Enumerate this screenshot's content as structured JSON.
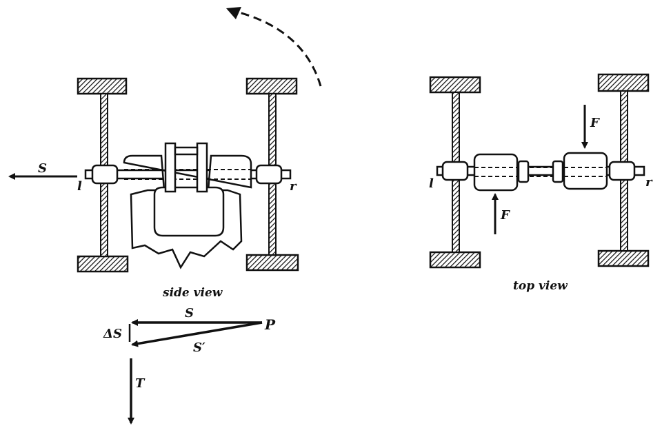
{
  "side_view": {
    "caption": "side view",
    "force_label": "S",
    "left_label": "l",
    "right_label": "r"
  },
  "top_view": {
    "caption": "top view",
    "force_top_label": "F",
    "force_bottom_label": "F",
    "left_label": "l",
    "right_label": "r"
  },
  "vector_diagram": {
    "delta_label": "ΔS",
    "s_label": "S",
    "s_prime_label": "S′",
    "p_label": "P",
    "t_label": "T"
  }
}
